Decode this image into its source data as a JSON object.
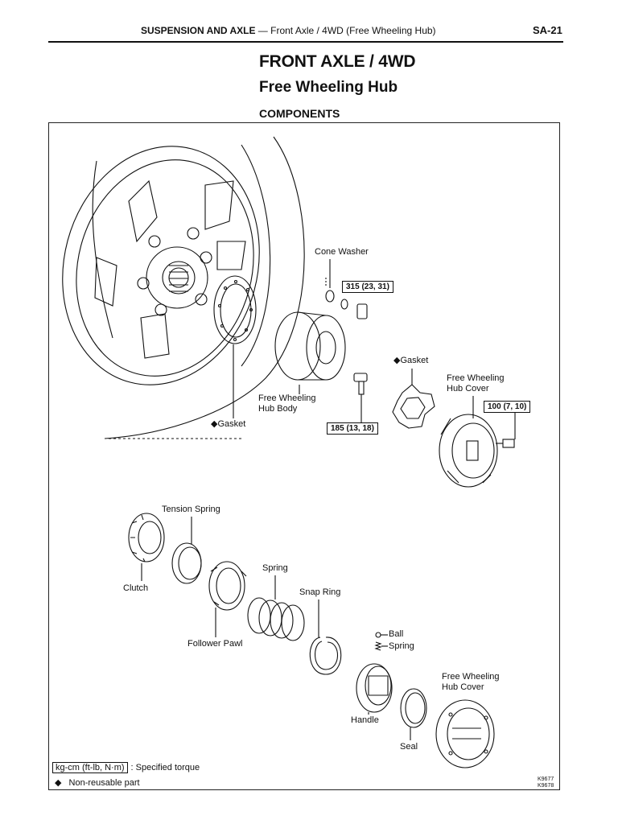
{
  "header": {
    "section_bold": "SUSPENSION AND AXLE",
    "section_rest": " — Front Axle / 4WD (Free Wheeling Hub)",
    "page_number": "SA-21"
  },
  "titles": {
    "main": "FRONT AXLE / 4WD",
    "sub": "Free Wheeling Hub",
    "section": "COMPONENTS"
  },
  "labels": {
    "cone_washer": "Cone Washer",
    "gasket_upper": "◆Gasket",
    "gasket_lower": "◆Gasket",
    "hub_cover_upper_1": "Free Wheeling",
    "hub_cover_upper_2": "Hub Cover",
    "hub_body_1": "Free Wheeling",
    "hub_body_2": "Hub Body",
    "tension_spring": "Tension Spring",
    "clutch": "Clutch",
    "spring_1": "Spring",
    "snap_ring": "Snap Ring",
    "follower_pawl": "Follower Pawl",
    "ball": "Ball",
    "spring_2": "Spring",
    "hub_cover_lower_1": "Free Wheeling",
    "hub_cover_lower_2": "Hub Cover",
    "handle": "Handle",
    "seal": "Seal"
  },
  "torques": {
    "cone_washer_nut": "315 (23, 31)",
    "hub_body_bolt": "185 (13, 18)",
    "hub_cover_bolt": "100 (7, 10)"
  },
  "legend": {
    "torque_unit": "kg-cm (ft-lb, N·m)",
    "torque_text": ": Specified torque",
    "non_reusable_symbol": "◆",
    "non_reusable_text": "Non-reusable part"
  },
  "figure_refs": [
    "K9677",
    "K9678"
  ]
}
